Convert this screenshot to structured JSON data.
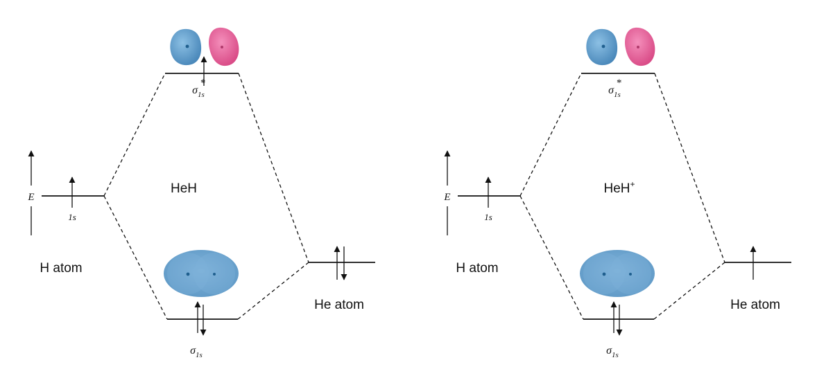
{
  "colors": {
    "lobe_blue": "#5b9bc8",
    "lobe_pink": "#e9629b",
    "bonding_cloud": "#6ea6d2",
    "line": "#111111"
  },
  "axis_label": "E",
  "orbital_labels": {
    "sigma": "σ",
    "sub": "1s",
    "star": "*",
    "h_orbital": "1s"
  },
  "panels": [
    {
      "molecule": "HeH",
      "molecule_superscript": "",
      "left_atom": "H atom",
      "right_atom": "He atom",
      "he_electrons": 2,
      "antibonding_electrons": 1
    },
    {
      "molecule": "HeH",
      "molecule_superscript": "+",
      "left_atom": "H atom",
      "right_atom": "He atom",
      "he_electrons": 1,
      "antibonding_electrons": 0
    }
  ]
}
